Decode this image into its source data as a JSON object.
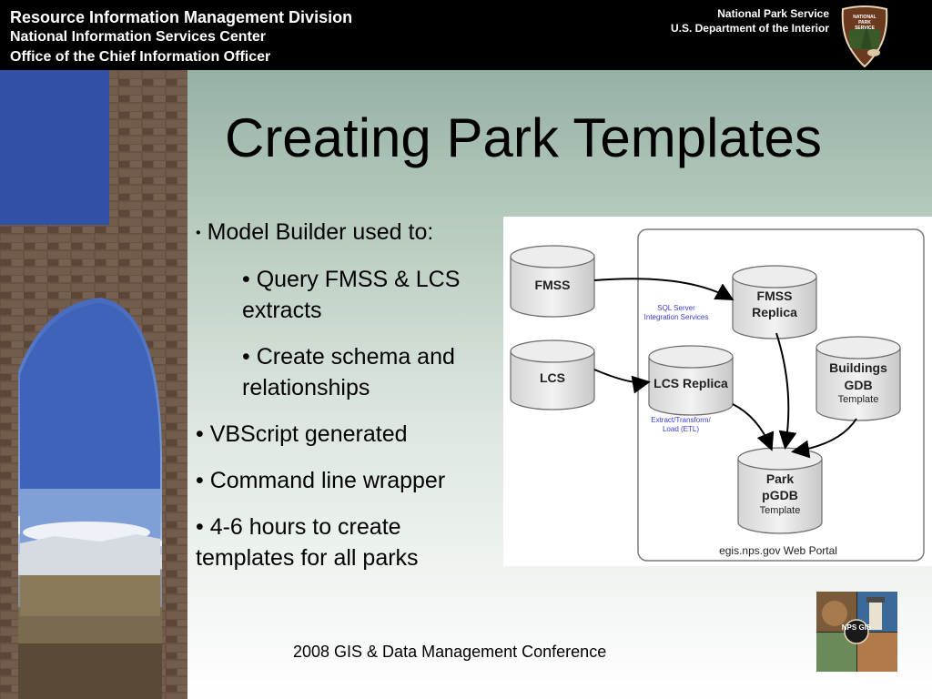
{
  "header": {
    "left_line1": "Resource Information Management Division",
    "left_line2": "National Information Services Center",
    "left_line3": "Office of the Chief Information Officer",
    "right_line1": "National Park Service",
    "right_line2": "U.S. Department of the Interior",
    "badge_text": [
      "NATIONAL",
      "PARK",
      "SERVICE"
    ]
  },
  "slide": {
    "title": "Creating Park Templates",
    "bullets": [
      {
        "text": "Model Builder used to:",
        "level": 0,
        "small_dot": true
      },
      {
        "text": "Query FMSS & LCS extracts",
        "level": 1
      },
      {
        "text": "Create schema and relationships",
        "level": 1
      },
      {
        "text": "VBScript generated",
        "level": 0
      },
      {
        "text": "Command line wrapper",
        "level": 0
      },
      {
        "text": "4-6 hours to create templates for all parks",
        "level": 0
      }
    ],
    "footer": "2008 GIS & Data Management Conference",
    "logo_text": "NPS GIS"
  },
  "diagram": {
    "nodes": {
      "fmss": "FMSS",
      "lcs": "LCS",
      "fmss_replica_1": "FMSS",
      "fmss_replica_2": "Replica",
      "lcs_replica": "LCS Replica",
      "buildings_1": "Buildings",
      "buildings_2": "GDB",
      "buildings_3": "Template",
      "park_1": "Park",
      "park_2": "pGDB",
      "park_3": "Template"
    },
    "labels": {
      "sql_1": "SQL Server",
      "sql_2": "Integration Services",
      "etl_1": "Extract/Transform/",
      "etl_2": "Load (ETL)",
      "portal": "egis.nps.gov  Web Portal"
    },
    "colors": {
      "sql_label": "#3b3bd6",
      "cylinder_fill": "#e6e6e6",
      "cylinder_stroke": "#6b6b6b"
    }
  }
}
